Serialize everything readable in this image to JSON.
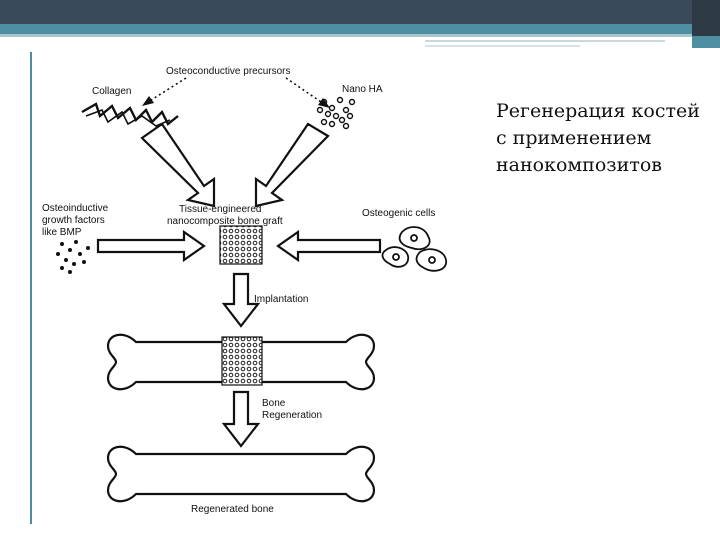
{
  "slide": {
    "title": "Регенерация костей с применением нанокомпозитов"
  },
  "diagram": {
    "labels": {
      "precursors": "Osteoconductive precursors",
      "collagen": "Collagen",
      "nano_ha": "Nano HA",
      "growth_factors_1": "Osteoinductive",
      "growth_factors_2": "growth factors",
      "growth_factors_3": "like BMP",
      "graft_1": "Tissue-engineered",
      "graft_2": "nanocomposite bone graft",
      "osteogenic": "Osteogenic cells",
      "implantation": "Implantation",
      "regen_1": "Bone",
      "regen_2": "Regeneration",
      "regenerated": "Regenerated bone"
    }
  },
  "colors": {
    "header_dark": "#3b4a5a",
    "header_accent": "#4d8fa0",
    "rule": "#4d8fa0"
  }
}
